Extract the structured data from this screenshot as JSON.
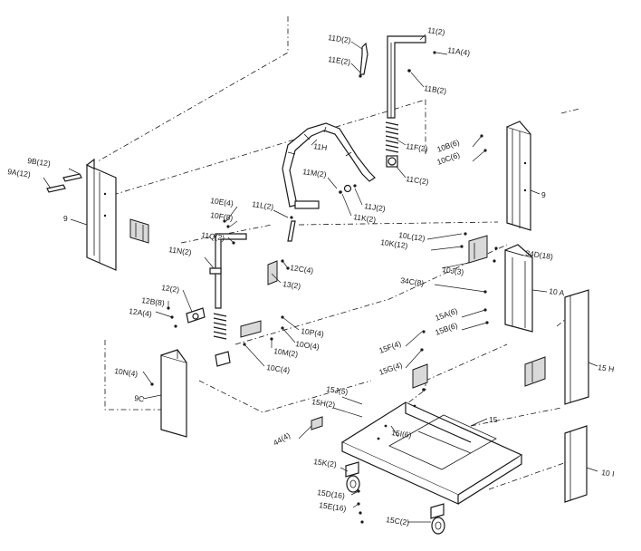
{
  "labels": {
    "l_11D": "11D(2)",
    "l_11E": "11E(2)",
    "l_11_2": "11(2)",
    "l_11A": "11A(4)",
    "l_11B": "11B(2)",
    "l_11H": "11H",
    "l_11F": "11F(2)",
    "l_11C": "11C(2)",
    "l_11M": "11M(2)",
    "l_11J": "11J(2)",
    "l_11K": "11K(2)",
    "l_11L": "11L(2)",
    "l_10E": "10E(4)",
    "l_10F": "10F(8)",
    "l_11Q": "11Q(2)",
    "l_11N": "11N(2)",
    "l_12C": "12C(4)",
    "l_13": "13(2)",
    "l_12": "12(2)",
    "l_12B": "12B(8)",
    "l_12A": "12A(4)",
    "l_10P": "10P(4)",
    "l_10O": "10O(4)",
    "l_10M": "10M(2)",
    "l_10C_left": "10C(4)",
    "l_10N": "10N(4)",
    "l_9C": "9C",
    "l_9B": "9B(12)",
    "l_9A": "9A(12)",
    "l_9_left": "9",
    "l_10B": "10B(6)",
    "l_10C_right": "10C(6)",
    "l_9_right": "9",
    "l_10L": "10L(12)",
    "l_10K": "10K(12)",
    "l_34D": "34D(18)",
    "l_10J": "10J(3)",
    "l_34C": "34C(8)",
    "l_10A": "10 A",
    "l_15A": "15A(6)",
    "l_15B": "15B(6)",
    "l_15F": "15F(4)",
    "l_15G": "15G(4)",
    "l_15H_right": "15 H",
    "l_15J": "15J(5)",
    "l_15H": "15H(2)",
    "l_15I": "15I(6)",
    "l_15": "15",
    "l_44": "44(4)",
    "l_15K": "15K(2)",
    "l_15D": "15D(16)",
    "l_15E": "15E(16)",
    "l_15C": "15C(2)",
    "l_10I": "10 I"
  }
}
